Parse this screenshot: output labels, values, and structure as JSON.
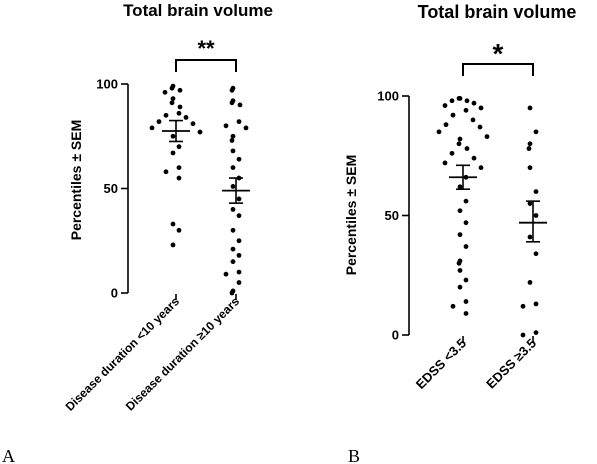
{
  "chart_data": [
    {
      "panel_label": "A",
      "type": "scatter",
      "title": "Total brain volume",
      "ylabel": "Percentiles ± SEM",
      "ylim": [
        0,
        100
      ],
      "yticks": [
        "0",
        "50",
        "100"
      ],
      "categories": [
        "Disease duration <10 years",
        "Disease duration ≥10 years"
      ],
      "groups": [
        {
          "category": "Disease duration <10 years",
          "values": [
            99,
            98,
            97,
            96,
            93,
            91,
            89,
            86,
            85,
            84,
            82,
            81,
            79,
            77,
            75,
            70,
            67,
            60,
            58,
            55,
            33,
            30,
            23
          ],
          "mean": 77.5,
          "sem_low": 72.5,
          "sem_high": 82.5
        },
        {
          "category": "Disease duration ≥10 years",
          "values": [
            98,
            97,
            92,
            91,
            90,
            82,
            80,
            79,
            75,
            73,
            68,
            64,
            60,
            55,
            51,
            45,
            40,
            37,
            30,
            25,
            21,
            18,
            15,
            10,
            9,
            5,
            1,
            0
          ],
          "mean": 49,
          "sem_low": 43,
          "sem_high": 55
        }
      ],
      "significance": "**"
    },
    {
      "panel_label": "B",
      "type": "scatter",
      "title": "Total brain volume",
      "ylabel": "Percentiles ± SEM",
      "ylim": [
        0,
        100
      ],
      "yticks": [
        "0",
        "50",
        "100"
      ],
      "categories": [
        "EDSS <3.5",
        "EDSS ≥3.5"
      ],
      "groups": [
        {
          "category": "EDSS <3.5",
          "values": [
            99,
            99,
            98,
            98,
            97,
            96,
            95,
            94,
            92,
            90,
            88,
            87,
            85,
            83,
            82,
            80,
            78,
            76,
            74,
            72,
            70,
            66,
            62,
            56,
            52,
            47,
            42,
            37,
            31,
            30,
            27,
            23,
            20,
            14,
            12,
            9
          ],
          "mean": 66,
          "sem_low": 61,
          "sem_high": 71
        },
        {
          "category": "EDSS ≥3.5",
          "values": [
            95,
            85,
            80,
            78,
            70,
            60,
            55,
            50,
            41,
            34,
            22,
            13,
            12,
            1,
            0
          ],
          "mean": 47,
          "sem_low": 39,
          "sem_high": 56
        }
      ],
      "significance": "*"
    }
  ]
}
